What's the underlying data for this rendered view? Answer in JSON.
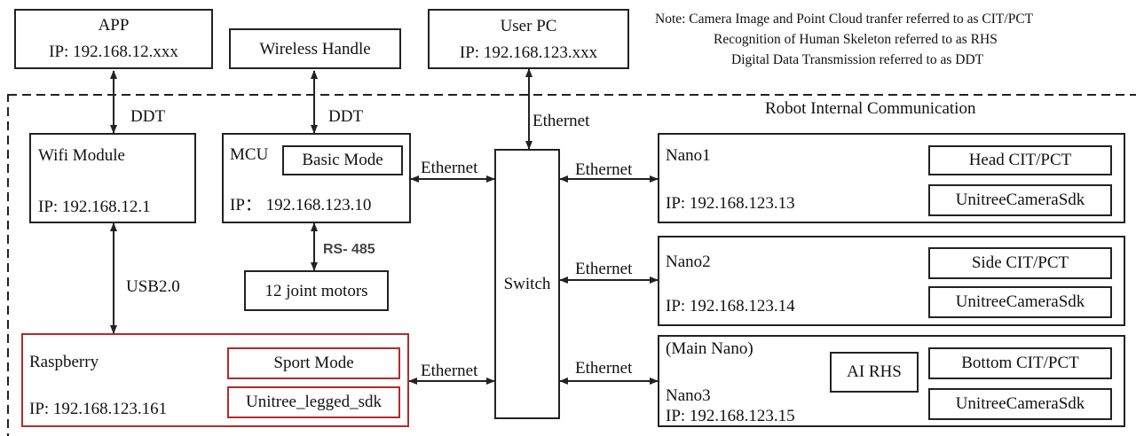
{
  "notes": [
    "Note: Camera Image and Point Cloud tranfer referred to as CIT/PCT",
    "Recognition of Human Skeleton referred to as RHS",
    "Digital Data Transmission referred to as DDT"
  ],
  "robot_internal_label": "Robot Internal Communication",
  "app": {
    "title": "APP",
    "ip": "IP: 192.168.12.xxx"
  },
  "wireless_handle": {
    "title": "Wireless Handle"
  },
  "user_pc": {
    "title": "User PC",
    "ip": "IP: 192.168.123.xxx"
  },
  "wifi": {
    "title": "Wifi Module",
    "ip": "IP: 192.168.12.1"
  },
  "mcu": {
    "title": "MCU",
    "mode": "Basic Mode",
    "ip": "IP：  192.168.123.10"
  },
  "motors": {
    "title": "12 joint motors"
  },
  "raspberry": {
    "title": "Raspberry",
    "ip": "IP: 192.168.123.161",
    "mode": "Sport Mode",
    "sdk": "Unitree_legged_sdk"
  },
  "switch": {
    "title": "Switch"
  },
  "nano1": {
    "title": "Nano1",
    "ip": "IP: 192.168.123.13",
    "cit": "Head CIT/PCT",
    "sdk": "UnitreeCameraSdk"
  },
  "nano2": {
    "title": "Nano2",
    "ip": "IP: 192.168.123.14",
    "cit": "Side CIT/PCT",
    "sdk": "UnitreeCameraSdk"
  },
  "nano3": {
    "main": "(Main Nano)",
    "title": "Nano3",
    "ip": "IP: 192.168.123.15",
    "ai": "AI RHS",
    "cit": "Bottom CIT/PCT",
    "sdk": "UnitreeCameraSdk"
  },
  "links": {
    "app_wifi": "DDT",
    "handle_mcu": "DDT",
    "pc_switch": "Ethernet",
    "wifi_rasp": "USB2.0",
    "mcu_motors": "RS- 485",
    "mcu_switch": "Ethernet",
    "rasp_switch": "Ethernet",
    "switch_nano1": "Ethernet",
    "switch_nano2": "Ethernet",
    "switch_nano3": "Ethernet"
  }
}
